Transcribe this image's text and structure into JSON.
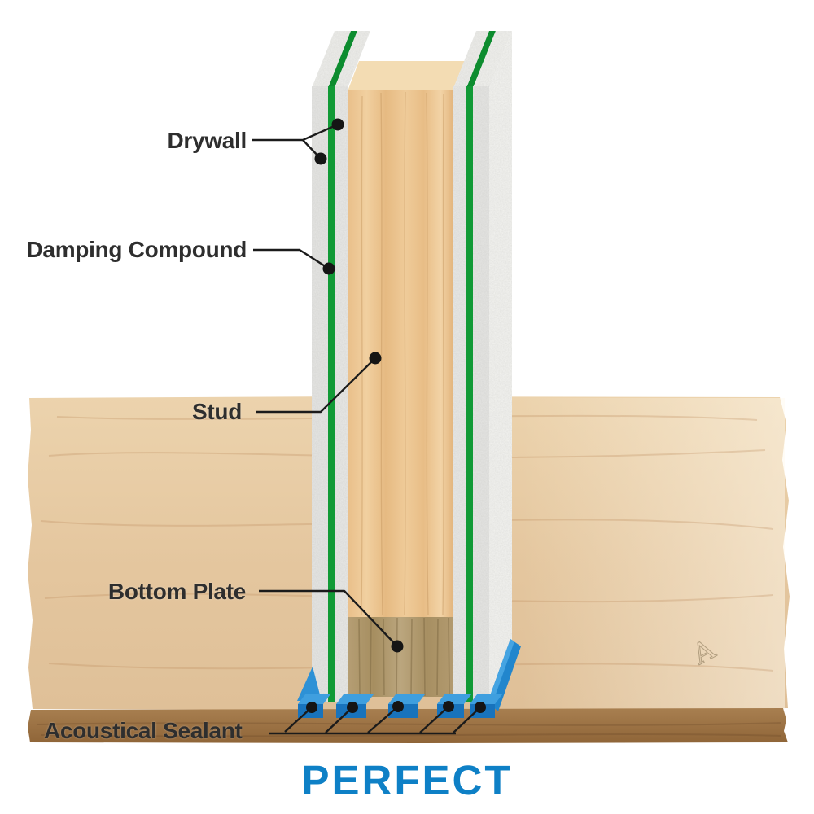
{
  "diagram": {
    "labels": {
      "drywall": "Drywall",
      "damping_compound": "Damping Compound",
      "stud": "Stud",
      "bottom_plate": "Bottom Plate",
      "acoustical_sealant": "Acoustical Sealant"
    },
    "caption": "PERFECT",
    "watermark": "A",
    "colors": {
      "caption_blue": "#0e80c6",
      "sealant_blue_front": "#1873bc",
      "sealant_blue_top": "#3f9fdf",
      "damping_green": "#119a36",
      "drywall_gray": "#e6e6e4",
      "drywall_side_face": "#f4f4f1",
      "stud_wood": "#ebc691",
      "bottom_plate_wood": "#b39c72",
      "floor_wood_light": "#e7cba4",
      "floor_edge_dark": "#9f764a",
      "label_text": "#2e2e2e",
      "leader_line": "#1b1b1b"
    }
  }
}
